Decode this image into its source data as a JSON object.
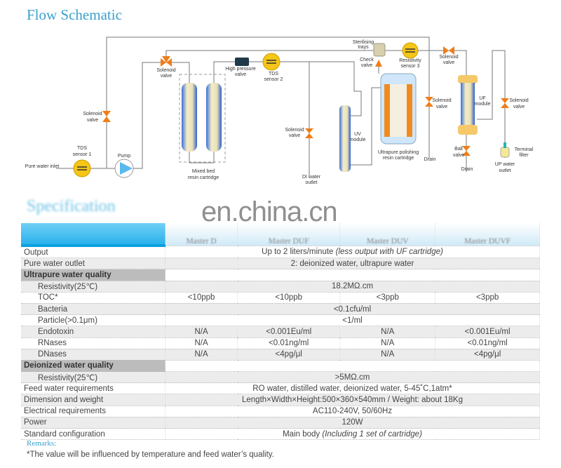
{
  "title": "Flow Schematic",
  "diagram": {
    "pure_water_inlet": "Pure water inlet",
    "tds1": [
      "TDS",
      "sensor 1"
    ],
    "pump": "Pump",
    "solenoid": [
      "Solenoid",
      "valve"
    ],
    "cartridge": [
      "Mixed bed",
      "resin cartridge"
    ],
    "hp_valve": [
      "High pressure",
      "valve"
    ],
    "tds2": [
      "TDS",
      "sensor 2"
    ],
    "di_outlet": [
      "DI water",
      "outlet"
    ],
    "uv": [
      "UV",
      "module"
    ],
    "sterilising": [
      "Sterilising",
      "trays"
    ],
    "check": [
      "Check",
      "valve"
    ],
    "resistivity": [
      "Resistivity",
      "sensor 3"
    ],
    "polishing": [
      "Ultrapure polishing",
      "resin cartridge"
    ],
    "drain": "Drain",
    "uf": [
      "UF",
      "module"
    ],
    "ball": [
      "Ball",
      "valve"
    ],
    "terminal": [
      "Terminal",
      "filter"
    ],
    "up_outlet": [
      "UP water",
      "outlet"
    ]
  },
  "spec_title": "Specification",
  "watermark": "en.china.cn",
  "table": {
    "columns": [
      "Master D",
      "Master DUF",
      "Master DUV",
      "Master DUVF"
    ],
    "rows": [
      {
        "label": "Output",
        "value": "Up to 2 liters/minute ",
        "note": "(less output with UF cartridge)"
      },
      {
        "label": "Pure water outlet",
        "value": "2: deionized water, ultrapure water"
      },
      {
        "label": "Ultrapure water quality"
      },
      {
        "label": "Resistivity(25℃)",
        "value": "18.2MΩ.cm"
      },
      {
        "label": "TOC*",
        "values": [
          "<10ppb",
          "<10ppb",
          "<3ppb",
          "<3ppb"
        ]
      },
      {
        "label": "Bacteria",
        "value": "<0.1cfu/ml"
      },
      {
        "label": "Particle(>0.1μm)",
        "value": "<1/ml"
      },
      {
        "label": "Endotoxin",
        "values": [
          "N/A",
          "<0.001Eu/ml",
          "N/A",
          "<0.001Eu/ml"
        ]
      },
      {
        "label": "RNases",
        "values": [
          "N/A",
          "<0.01ng/ml",
          "N/A",
          "<0.01ng/ml"
        ]
      },
      {
        "label": "DNases",
        "values": [
          "N/A",
          "<4pg/μl",
          "N/A",
          "<4pg/μl"
        ]
      },
      {
        "label": "Deionized water quality"
      },
      {
        "label": "Resistivity(25℃)",
        "value": ">5MΩ.cm"
      },
      {
        "label": "Feed water requirements",
        "value": "RO water, distilled water, deionized water, 5-45˚C,1atm*"
      },
      {
        "label": "Dimension and weight",
        "value": "Length×Width×Height:500×360×540mm / Weight: about 18Kg"
      },
      {
        "label": "Electrical requirements",
        "value": "AC110-240V, 50/60Hz"
      },
      {
        "label": "Power",
        "value": "120W"
      },
      {
        "label": "Standard configuration",
        "value": "Main body ",
        "note": "(Including 1 set of cartridge)"
      }
    ]
  },
  "remarks": "Remarks:",
  "note": "*The value will be influenced by temperature and feed water’s quality.",
  "colors": {
    "accent": "#3aa0c8",
    "header_blue": "#2bb2ec",
    "valve": "#f07d1a",
    "sensor": "#f5c518"
  }
}
